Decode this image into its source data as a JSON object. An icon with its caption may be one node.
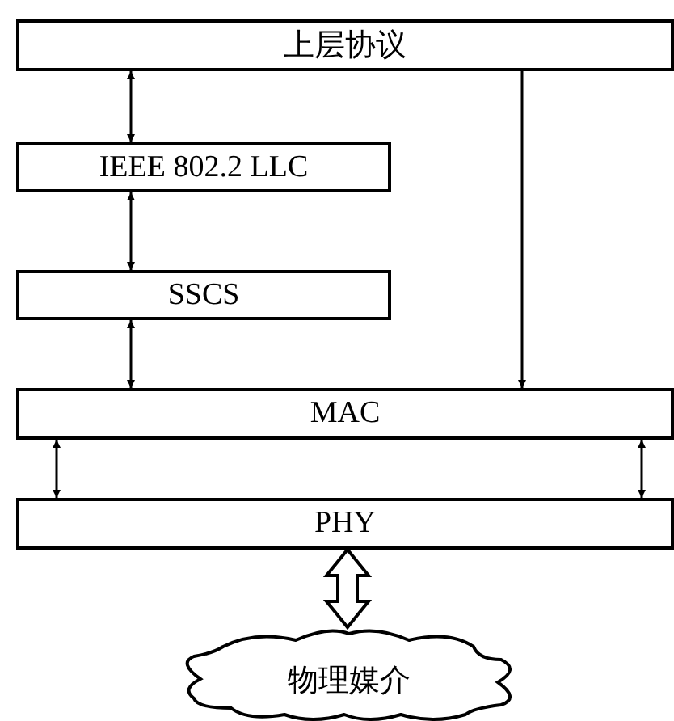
{
  "diagram": {
    "nodes": [
      {
        "text": [
          "上层协议"
        ]
      },
      {
        "text": [
          "IEEE 802.2 LLC"
        ]
      },
      {
        "text": [
          "SSCS"
        ]
      },
      {
        "text": [
          "MAC"
        ]
      },
      {
        "text": [
          "PHY"
        ]
      },
      {
        "text": [
          "物理媒介"
        ]
      }
    ],
    "edges": [
      {
        "from": 0,
        "to": 1,
        "arrow": "both"
      },
      {
        "from": 1,
        "to": 2,
        "arrow": "both"
      },
      {
        "from": 2,
        "to": 3,
        "arrow": "both"
      },
      {
        "from": 0,
        "to": 3,
        "arrow": "to"
      },
      {
        "from": 3,
        "to": 4,
        "arrow": "both"
      },
      {
        "from": 3,
        "to": 4,
        "arrow": "both"
      },
      {
        "from": 4,
        "to": 5,
        "arrow": "both",
        "style": "thick"
      }
    ]
  }
}
